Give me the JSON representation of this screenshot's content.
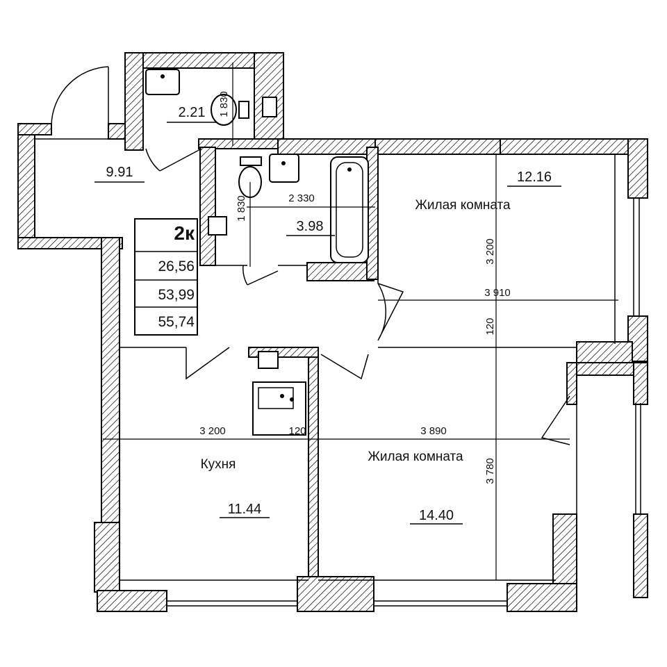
{
  "apartment": {
    "type_label": "2к",
    "living_area": "26,56",
    "area_without_balcony": "53,99",
    "total_area": "55,74"
  },
  "rooms": {
    "hall": {
      "area": "9.91"
    },
    "toilet": {
      "area": "2.21"
    },
    "bathroom": {
      "area": "3.98"
    },
    "bedroom": {
      "name": "Жилая комната",
      "area": "12.16"
    },
    "kitchen": {
      "name": "Кухня",
      "area": "11.44"
    },
    "living": {
      "name": "Жилая комната",
      "area": "14.40"
    }
  },
  "dimensions": {
    "toilet_h": "1 830",
    "toilet_v": "1 830",
    "bath_w": "2 330",
    "bedroom_h": "3 200",
    "bedroom_w": "3 910",
    "partition_a": "120",
    "kitchen_w": "3 200",
    "partition_b": "120",
    "living_w": "3 890",
    "living_h": "3 780"
  }
}
